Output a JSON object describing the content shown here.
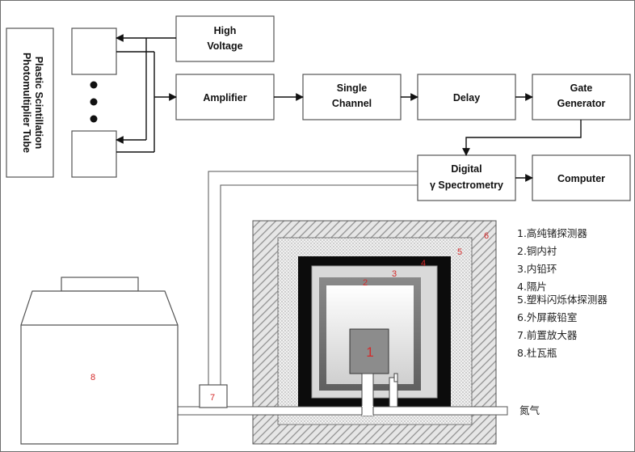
{
  "blocks": {
    "pmt_line1": "Plastic Scintillation",
    "pmt_line2": "Photomultiplier Tube",
    "high_voltage_line1": "High",
    "high_voltage_line2": "Voltage",
    "amplifier": "Amplifier",
    "single_channel_line1": "Single",
    "single_channel_line2": "Channel",
    "delay": "Delay",
    "gate_generator_line1": "Gate",
    "gate_generator_line2": "Generator",
    "spectrometry_line1": "Digital",
    "spectrometry_line2": "γ  Spectrometry",
    "computer": "Computer"
  },
  "numbers": {
    "n1": "1",
    "n2": "2",
    "n3": "3",
    "n4": "4",
    "n5": "5",
    "n6": "6",
    "n7": "7",
    "n8": "8"
  },
  "legend": [
    "1.高纯锗探测器",
    "2.铜内衬",
    "3.内铅环",
    "4.隔片",
    "5.塑料闪烁体探测器",
    "6.外屏蔽铅室",
    "7.前置放大器",
    "8.杜瓦瓶"
  ],
  "nitrogen_label": "氮气",
  "colors": {
    "number_red": "#d42a2a",
    "outer_hatch": "#9a9a9a",
    "dotted_layer": "#c8c8c8",
    "black_layer": "#0c0c0c",
    "copper_layer": "#7a7a7a",
    "detector_crystal": "#8c8c8c"
  }
}
